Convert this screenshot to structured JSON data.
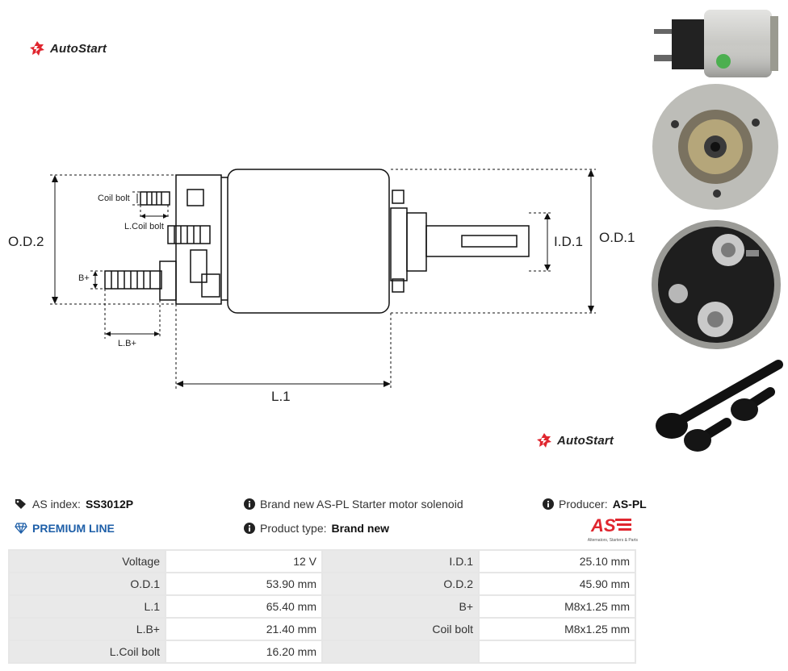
{
  "brand": {
    "name": "AutoStart"
  },
  "diagram": {
    "labels": {
      "od2": "O.D.2",
      "od1": "O.D.1",
      "id1": "I.D.1",
      "l1": "L.1",
      "lb_plus": "L.B+",
      "b_plus": "B+",
      "coil_bolt": "Coil bolt",
      "l_coil_bolt": "L.Coil bolt"
    }
  },
  "photos": [
    {
      "name": "side view"
    },
    {
      "name": "front view"
    },
    {
      "name": "terminal view"
    },
    {
      "name": "bolts"
    }
  ],
  "info": {
    "as_index_label": "AS index:",
    "as_index_value": "SS3012P",
    "premium": "PREMIUM LINE",
    "description": "Brand new AS-PL Starter motor solenoid",
    "product_type_label": "Product type:",
    "product_type_value": "Brand new",
    "producer_label": "Producer:",
    "producer_value": "AS-PL",
    "producer_logo_tagline": "Alternators, Starters & Parts"
  },
  "specs": [
    [
      "Voltage",
      "12 V",
      "I.D.1",
      "25.10 mm"
    ],
    [
      "O.D.1",
      "53.90 mm",
      "O.D.2",
      "45.90 mm"
    ],
    [
      "L.1",
      "65.40 mm",
      "B+",
      "M8x1.25 mm"
    ],
    [
      "L.B+",
      "21.40 mm",
      "Coil bolt",
      "M8x1.25 mm"
    ],
    [
      "L.Coil bolt",
      "16.20 mm",
      "",
      ""
    ]
  ],
  "colors": {
    "accent": "#e0262f",
    "premium": "#1e5fa8",
    "table_label_bg": "#e9e9e9"
  }
}
